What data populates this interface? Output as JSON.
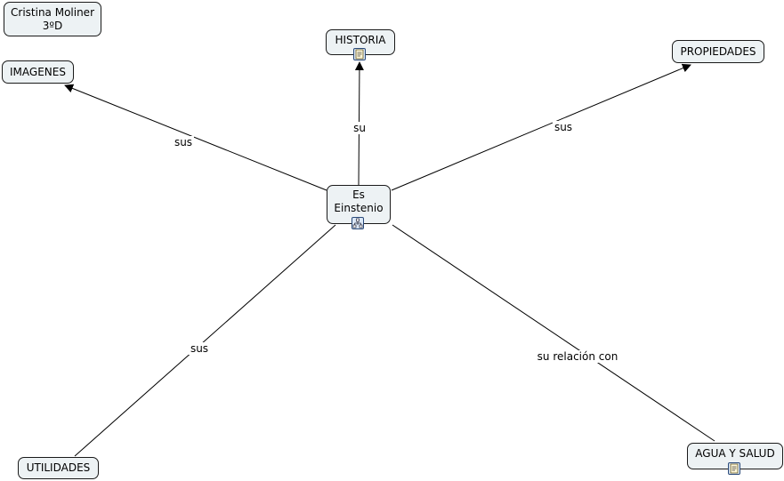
{
  "nodes": {
    "author": "Cristina Moliner\n3ºD",
    "historia": "HISTORIA",
    "propiedades": "PROPIEDADES",
    "imagenes": "IMAGENES",
    "center": "Es\nEinstenio",
    "utilidades": "UTILIDADES",
    "agua": "AGUA Y SALUD"
  },
  "links": {
    "historia": "su",
    "propiedades": "sus",
    "imagenes": "sus",
    "utilidades": "sus",
    "agua": "su relación con"
  },
  "icons": {
    "historia": "document-icon",
    "center": "submap-icon",
    "agua": "document-icon"
  }
}
